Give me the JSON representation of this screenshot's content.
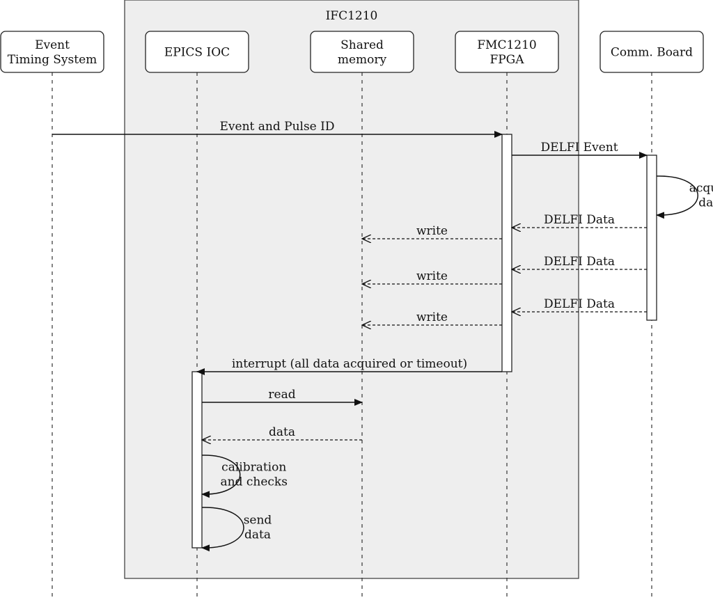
{
  "group": {
    "label": "IFC1210"
  },
  "actors": [
    {
      "id": "ets",
      "lines": [
        "Event",
        "Timing System"
      ]
    },
    {
      "id": "ioc",
      "lines": [
        "EPICS IOC"
      ]
    },
    {
      "id": "mem",
      "lines": [
        "Shared",
        "memory"
      ]
    },
    {
      "id": "fpga",
      "lines": [
        "FMC1210",
        "FPGA"
      ]
    },
    {
      "id": "comm",
      "lines": [
        "Comm. Board"
      ]
    }
  ],
  "messages": [
    {
      "from": "ets",
      "to": "fpga",
      "style": "solid",
      "lines": [
        "Event and Pulse ID"
      ]
    },
    {
      "from": "fpga",
      "to": "comm",
      "style": "solid",
      "lines": [
        "DELFI Event"
      ]
    },
    {
      "from": "comm",
      "to": "comm",
      "style": "self",
      "lines": [
        "acquire",
        "data"
      ]
    },
    {
      "from": "comm",
      "to": "fpga",
      "style": "dashed",
      "lines": [
        "DELFI Data"
      ]
    },
    {
      "from": "fpga",
      "to": "mem",
      "style": "dashed",
      "lines": [
        "write"
      ]
    },
    {
      "from": "comm",
      "to": "fpga",
      "style": "dashed",
      "lines": [
        "DELFI Data"
      ]
    },
    {
      "from": "fpga",
      "to": "mem",
      "style": "dashed",
      "lines": [
        "write"
      ]
    },
    {
      "from": "comm",
      "to": "fpga",
      "style": "dashed",
      "lines": [
        "DELFI Data"
      ]
    },
    {
      "from": "fpga",
      "to": "mem",
      "style": "dashed",
      "lines": [
        "write"
      ]
    },
    {
      "from": "fpga",
      "to": "ioc",
      "style": "solid",
      "lines": [
        "interrupt (all data acquired or timeout)"
      ]
    },
    {
      "from": "ioc",
      "to": "mem",
      "style": "solid",
      "lines": [
        "read"
      ]
    },
    {
      "from": "mem",
      "to": "ioc",
      "style": "dashed",
      "lines": [
        "data"
      ]
    },
    {
      "from": "ioc",
      "to": "ioc",
      "style": "self",
      "lines": [
        "calibration",
        "and checks"
      ]
    },
    {
      "from": "ioc",
      "to": "ioc",
      "style": "self",
      "lines": [
        "send",
        "data"
      ]
    }
  ]
}
